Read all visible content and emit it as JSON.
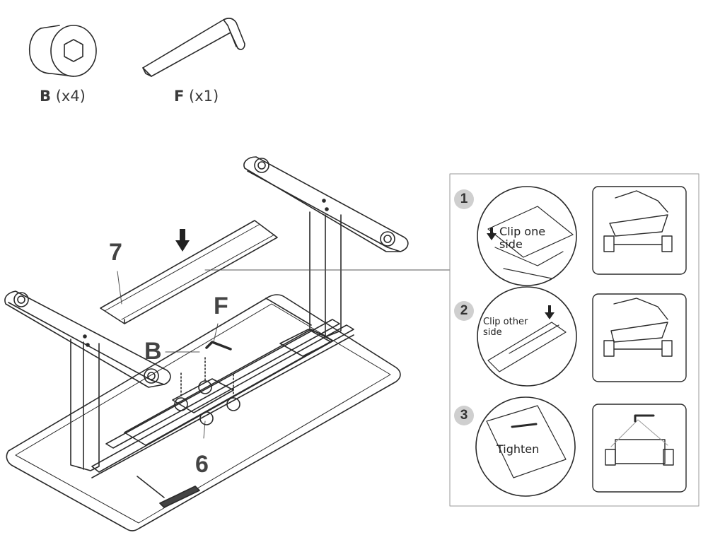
{
  "parts": [
    {
      "letter": "B",
      "qty": "(x4)",
      "icon": "bolt-icon"
    },
    {
      "letter": "F",
      "qty": "(x1)",
      "icon": "hex-key-icon"
    }
  ],
  "callouts": {
    "crossbar": "7",
    "hex_key": "F",
    "bolts": "B",
    "bracket": "6"
  },
  "steps": [
    {
      "number": "1",
      "text_line1": "Clip one",
      "text_line2": "side"
    },
    {
      "number": "2",
      "text_line1": "Clip other",
      "text_line2": "side"
    },
    {
      "number": "3",
      "text_line1": "Tighten",
      "text_line2": ""
    }
  ]
}
